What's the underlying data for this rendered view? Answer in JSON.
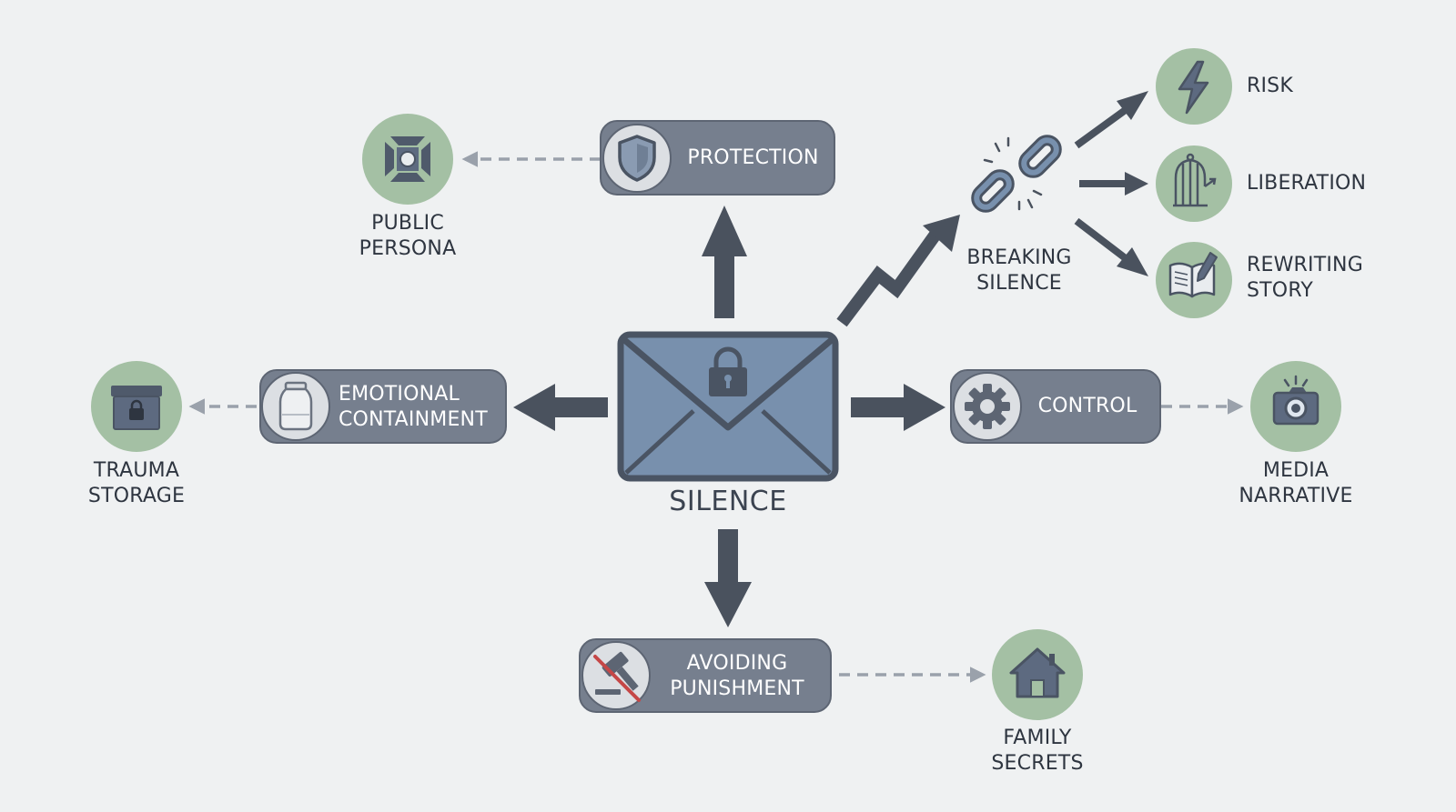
{
  "colors": {
    "background": "#eff1f2",
    "pill": "#767f8e",
    "pill_border": "#5d6573",
    "icon_circle": "#a4c0a4",
    "arrow": "#4a525e",
    "dashed_arrow": "#9aa1ab",
    "envelope": "#7890ad",
    "envelope_stroke": "#4a5463",
    "prohibition": "#c54747"
  },
  "center": {
    "label": "SILENCE",
    "icon": "locked-envelope-icon"
  },
  "branches": {
    "protection": {
      "label": "PROTECTION",
      "icon": "shield-icon"
    },
    "emotional_containment": {
      "label": [
        "EMOTIONAL",
        "CONTAINMENT"
      ],
      "icon": "jar-icon"
    },
    "control": {
      "label": "CONTROL",
      "icon": "gear-icon"
    },
    "avoiding_punishment": {
      "label": [
        "AVOIDING",
        "PUNISHMENT"
      ],
      "icon": "gavel-prohibited-icon"
    },
    "breaking_silence": {
      "label": [
        "BREAKING",
        "SILENCE"
      ],
      "icon": "broken-chain-icon"
    }
  },
  "outcomes": {
    "public_persona": {
      "label": [
        "PUBLIC",
        "PERSONA"
      ],
      "icon": "spotlight-icon"
    },
    "trauma_storage": {
      "label": [
        "TRAUMA",
        "STORAGE"
      ],
      "icon": "locked-box-icon"
    },
    "media_narrative": {
      "label": [
        "MEDIA",
        "NARRATIVE"
      ],
      "icon": "camera-icon"
    },
    "family_secrets": {
      "label": [
        "FAMILY",
        "SECRETS"
      ],
      "icon": "house-icon"
    },
    "risk": {
      "label": "RISK",
      "icon": "lightning-icon"
    },
    "liberation": {
      "label": "LIBERATION",
      "icon": "open-birdcage-icon"
    },
    "rewriting_story": {
      "label": [
        "REWRITING",
        "STORY"
      ],
      "icon": "book-pen-icon"
    }
  }
}
